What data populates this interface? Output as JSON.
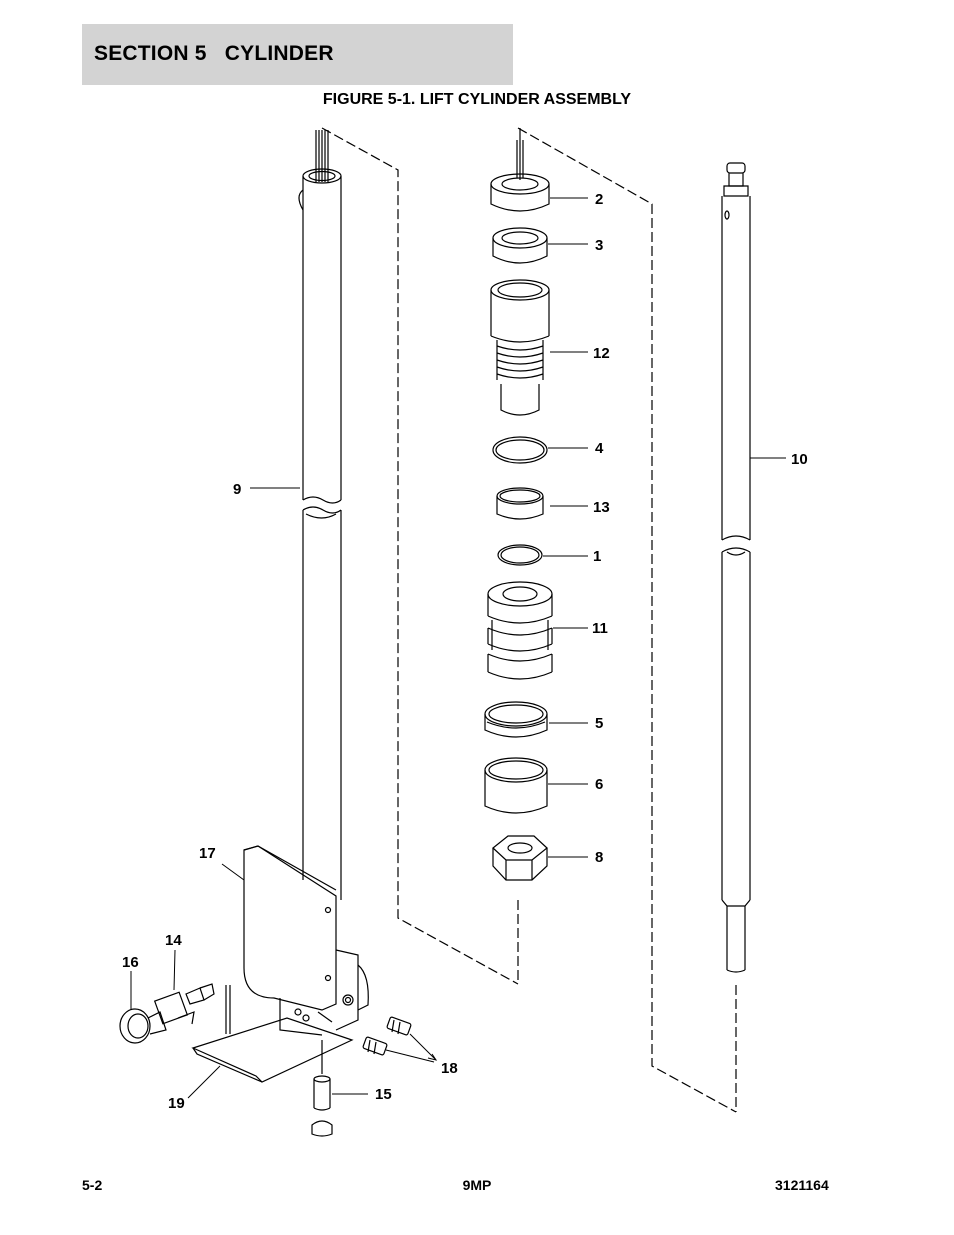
{
  "header": {
    "section_title": "SECTION 5   CYLINDER"
  },
  "figure": {
    "title": "FIGURE 5-1. LIFT CYLINDER ASSEMBLY",
    "callouts": {
      "c1": "1",
      "c2": "2",
      "c3": "3",
      "c4": "4",
      "c5": "5",
      "c6": "6",
      "c8": "8",
      "c9": "9",
      "c10": "10",
      "c11": "11",
      "c12": "12",
      "c13": "13",
      "c14": "14",
      "c15": "15",
      "c16": "16",
      "c17": "17",
      "c18": "18",
      "c19": "19"
    }
  },
  "footer": {
    "page_number": "5-2",
    "model": "9MP",
    "doc_number": "3121164"
  }
}
